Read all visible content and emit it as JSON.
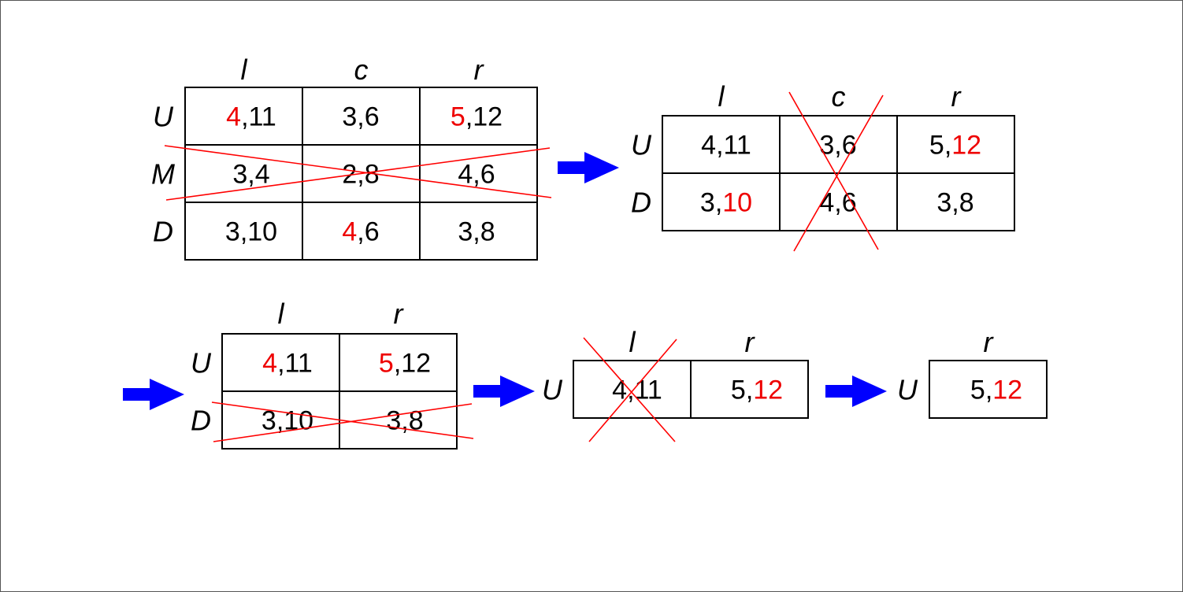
{
  "colors": {
    "highlight": "#ee0000",
    "strike": "#ff0000",
    "arrow": "#0000ff"
  },
  "tables": [
    {
      "cols": [
        "l",
        "c",
        "r"
      ],
      "rows": [
        "U",
        "M",
        "D"
      ],
      "cells": [
        [
          [
            {
              "t": "4",
              "hl": true
            },
            {
              "t": ",11"
            }
          ],
          [
            {
              "t": "3,6"
            }
          ],
          [
            {
              "t": "5",
              "hl": true
            },
            {
              "t": ",12"
            }
          ]
        ],
        [
          [
            {
              "t": "3,4"
            }
          ],
          [
            {
              "t": "2,8"
            }
          ],
          [
            {
              "t": "4,6"
            }
          ]
        ],
        [
          [
            {
              "t": "3,10"
            }
          ],
          [
            {
              "t": "4",
              "hl": true
            },
            {
              "t": ",6"
            }
          ],
          [
            {
              "t": "3,8"
            }
          ]
        ]
      ],
      "struck_rows": [
        "M"
      ],
      "struck_cols": []
    },
    {
      "cols": [
        "l",
        "c",
        "r"
      ],
      "rows": [
        "U",
        "D"
      ],
      "cells": [
        [
          [
            {
              "t": "4,11"
            }
          ],
          [
            {
              "t": "3,6"
            }
          ],
          [
            {
              "t": "5,"
            },
            {
              "t": "12",
              "hl": true
            }
          ]
        ],
        [
          [
            {
              "t": "3,"
            },
            {
              "t": "10",
              "hl": true
            }
          ],
          [
            {
              "t": "4,6"
            }
          ],
          [
            {
              "t": "3,8"
            }
          ]
        ]
      ],
      "struck_rows": [],
      "struck_cols": [
        "c"
      ]
    },
    {
      "cols": [
        "l",
        "r"
      ],
      "rows": [
        "U",
        "D"
      ],
      "cells": [
        [
          [
            {
              "t": "4",
              "hl": true
            },
            {
              "t": ",11"
            }
          ],
          [
            {
              "t": "5",
              "hl": true
            },
            {
              "t": ",12"
            }
          ]
        ],
        [
          [
            {
              "t": "3,10"
            }
          ],
          [
            {
              "t": "3,8"
            }
          ]
        ]
      ],
      "struck_rows": [
        "D"
      ],
      "struck_cols": []
    },
    {
      "cols": [
        "l",
        "r"
      ],
      "rows": [
        "U"
      ],
      "cells": [
        [
          [
            {
              "t": "4,11"
            }
          ],
          [
            {
              "t": "5,"
            },
            {
              "t": "12",
              "hl": true
            }
          ]
        ]
      ],
      "struck_rows": [],
      "struck_cols": [
        "l"
      ]
    },
    {
      "cols": [
        "r"
      ],
      "rows": [
        "U"
      ],
      "cells": [
        [
          [
            {
              "t": "5,"
            },
            {
              "t": "12",
              "hl": true
            }
          ]
        ]
      ],
      "struck_rows": [],
      "struck_cols": []
    }
  ],
  "arrows": [
    {
      "direction": "right"
    },
    {
      "direction": "right"
    },
    {
      "direction": "right"
    },
    {
      "direction": "right"
    }
  ]
}
